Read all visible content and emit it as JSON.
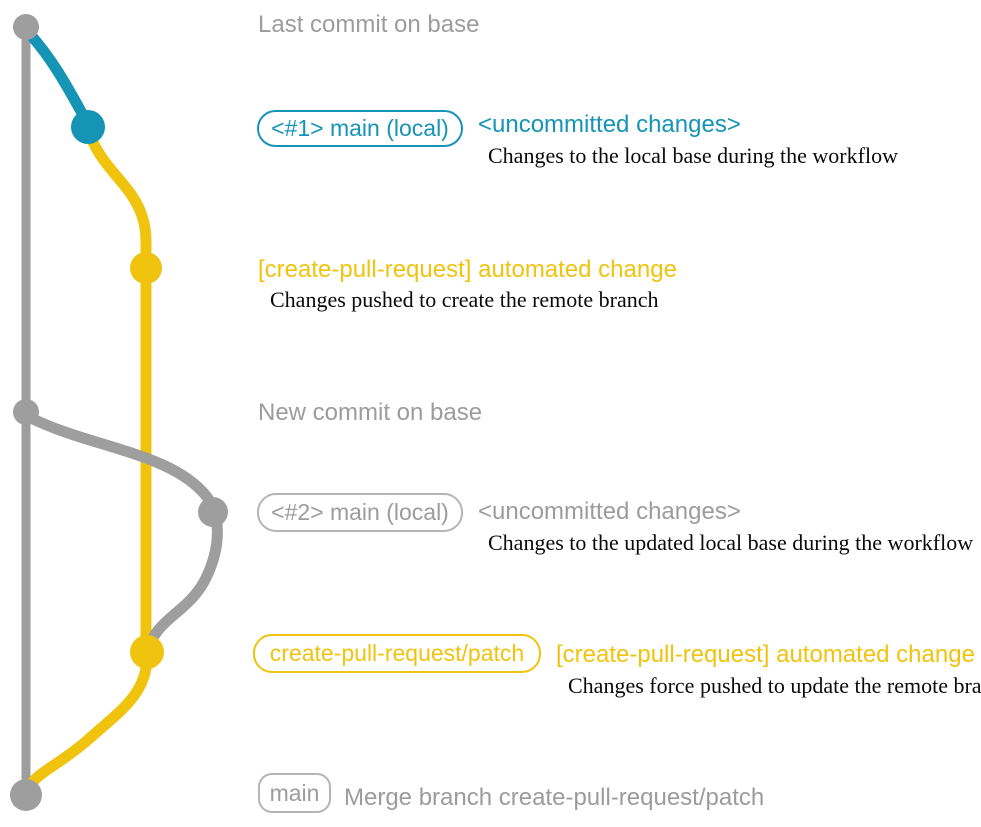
{
  "colors": {
    "teal": "#1694b6",
    "yellow": "#f0c30e",
    "gray-line": "#9e9e9e",
    "gray-text": "#9c9c9c",
    "gray-border": "#b5b5b5",
    "ink": "#0a0a0a"
  },
  "graph": {
    "base_branch_color": "#9e9e9e",
    "local_main_1_color": "#1694b6",
    "remote_branch_color": "#f0c30e",
    "local_main_2_color": "#9e9e9e",
    "commits": [
      {
        "name": "base-commit-1",
        "color": "gray"
      },
      {
        "name": "local-main-1-commit",
        "color": "teal"
      },
      {
        "name": "remote-branch-commit-1",
        "color": "yellow"
      },
      {
        "name": "base-commit-2",
        "color": "gray"
      },
      {
        "name": "local-main-2-commit",
        "color": "gray"
      },
      {
        "name": "remote-branch-commit-2",
        "color": "yellow"
      },
      {
        "name": "merge-commit",
        "color": "gray"
      }
    ]
  },
  "annotations": {
    "last_commit_note": "Last commit on base",
    "new_commit_note": "New commit on base"
  },
  "row_local_main_1": {
    "branch_label": "<#1> main (local)",
    "commit_message": "<uncommitted changes>",
    "description": "Changes to the local base during the workflow"
  },
  "row_push_1": {
    "commit_message": "[create-pull-request] automated change",
    "description": "Changes pushed to create the remote branch"
  },
  "row_local_main_2": {
    "branch_label": "<#2> main (local)",
    "commit_message": "<uncommitted changes>",
    "description": "Changes to the updated local base during the workflow"
  },
  "row_push_2": {
    "branch_label": "create-pull-request/patch",
    "commit_message": "[create-pull-request] automated change",
    "description": "Changes force pushed to update the remote branch"
  },
  "row_merge": {
    "branch_label": "main",
    "commit_message": "Merge branch create-pull-request/patch"
  }
}
